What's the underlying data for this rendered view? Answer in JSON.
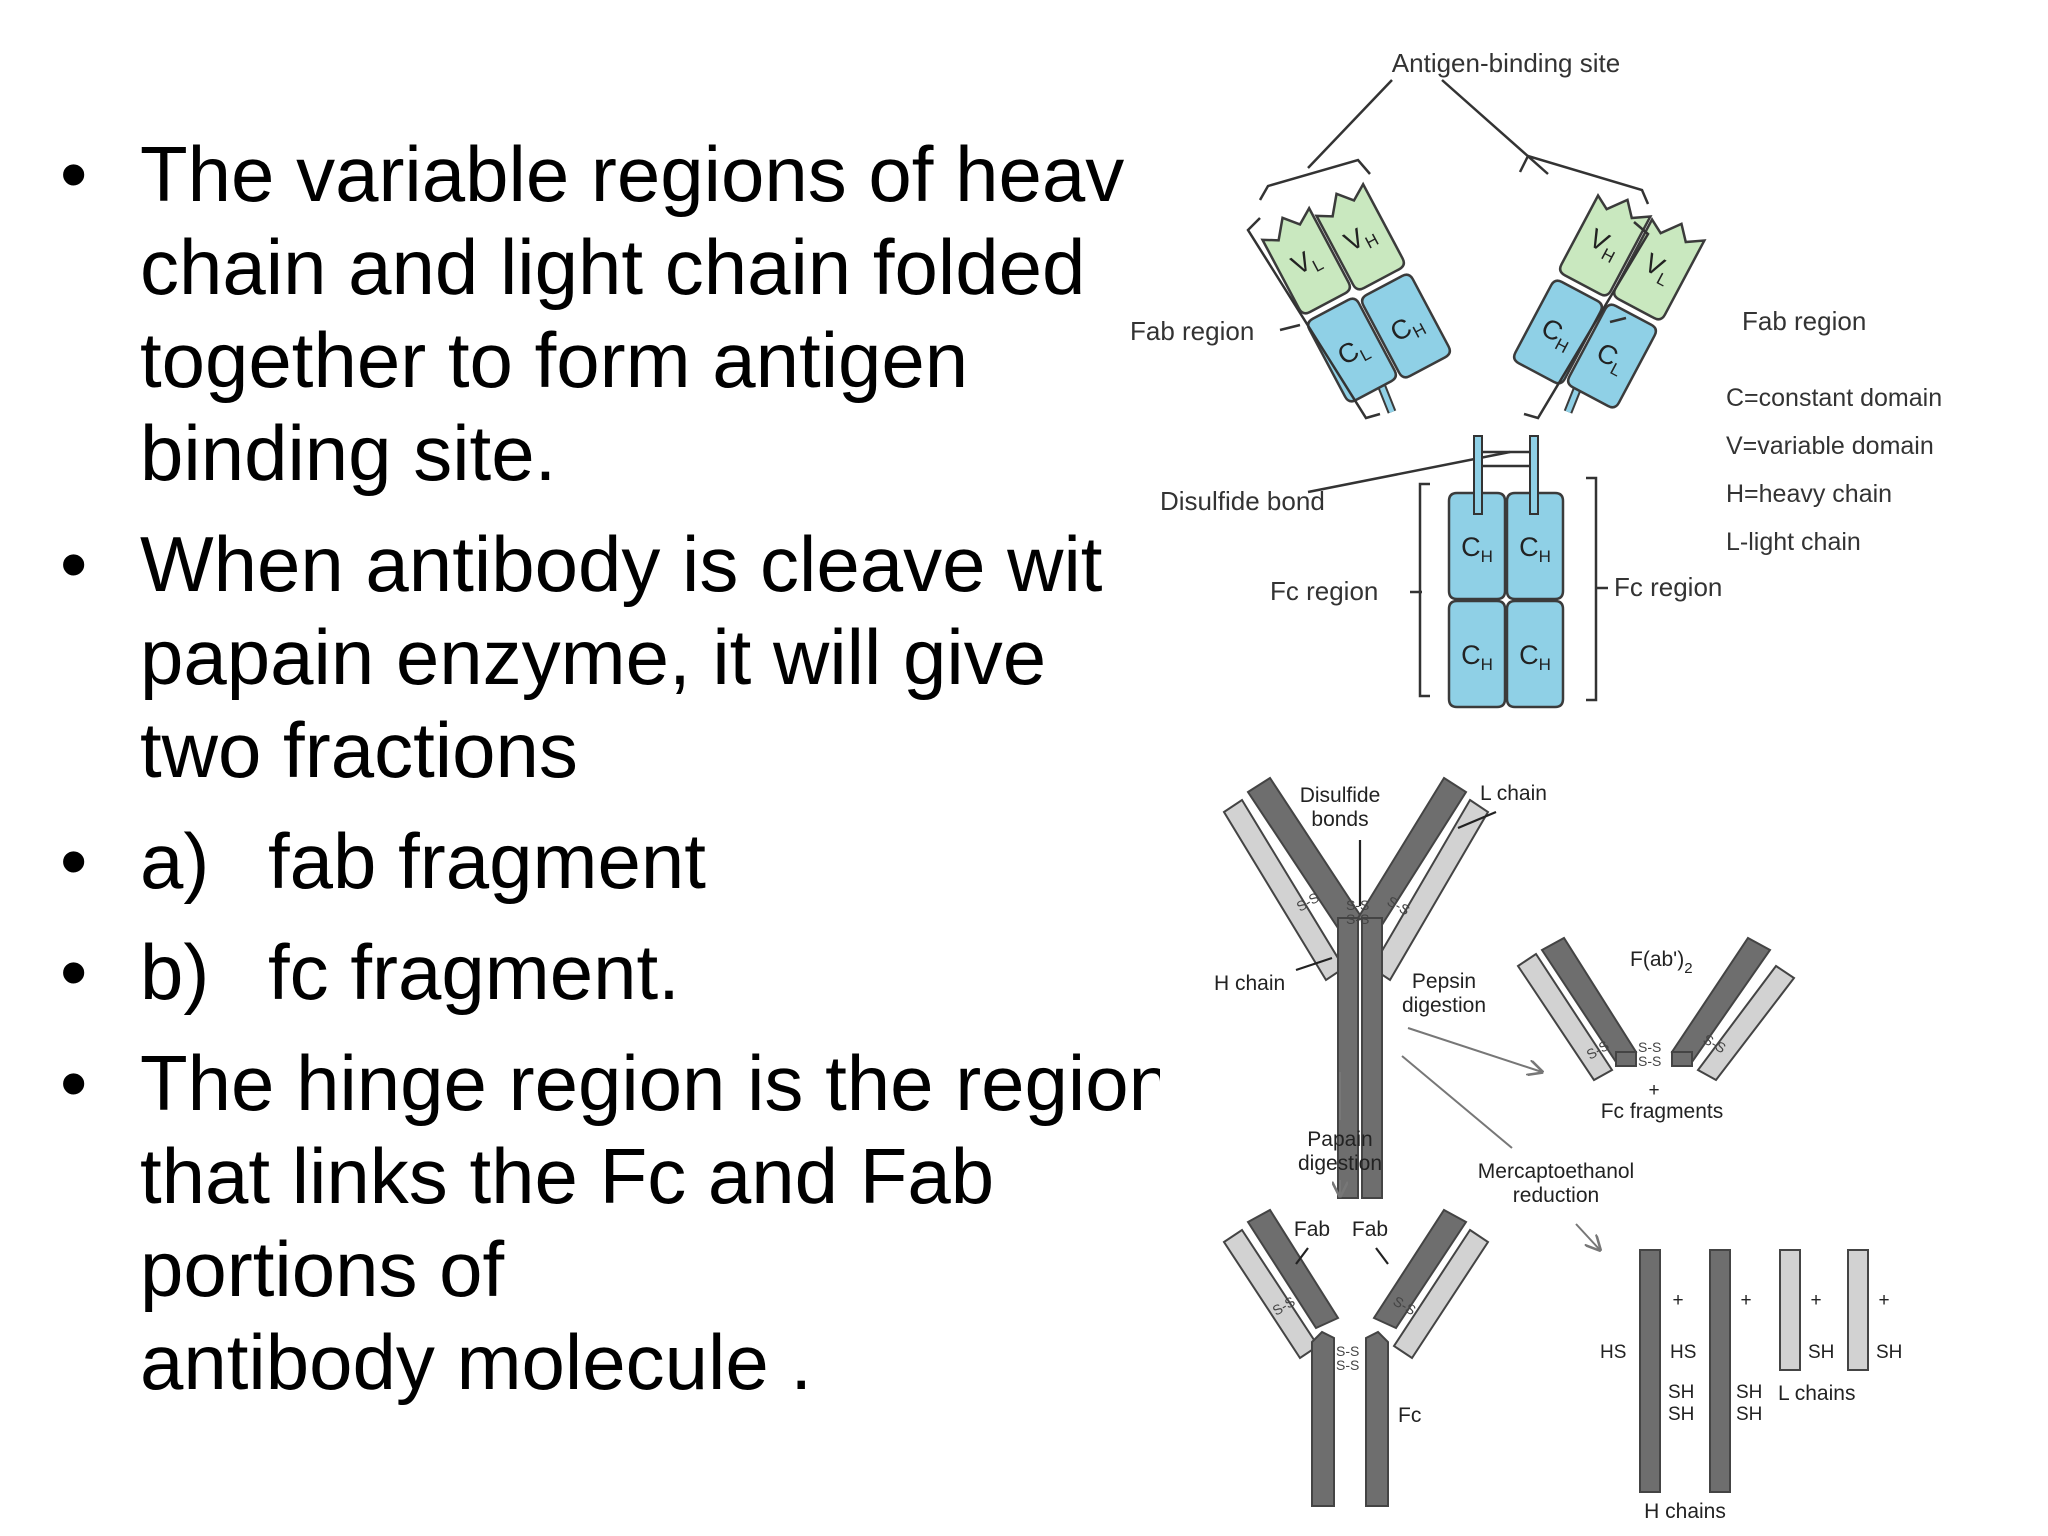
{
  "colors": {
    "variable_fill": "#c9e8bf",
    "constant_fill": "#8fd0e6",
    "outline": "#3b3b3b",
    "heavy_chain": "#6e6e6e",
    "light_chain": "#d2d2d2"
  },
  "bullets": [
    {
      "bullet": "•",
      "lines": [
        "The variable regions of heav",
        "chain and light chain folded",
        "together to form antigen",
        "binding site."
      ]
    },
    {
      "bullet": "•",
      "lines": [
        "When antibody is cleave wit",
        "papain enzyme, it will give",
        "two fractions"
      ]
    },
    {
      "bullet": "•",
      "prefix": "a)",
      "lines": [
        "fab fragment"
      ]
    },
    {
      "bullet": "•",
      "prefix": "b)",
      "lines": [
        "fc fragment."
      ]
    },
    {
      "bullet": "•",
      "lines": [
        "The hinge region is the region",
        "that links the Fc and Fab",
        "portions of",
        "antibody molecule ."
      ]
    }
  ],
  "figure_top": {
    "antigen_binding_site": "Antigen-binding site",
    "fab_region_left": "Fab region",
    "fab_region_right": "Fab region",
    "disulfide_bond": "Disulfide bond",
    "fc_region_left": "Fc region",
    "fc_region_right": "Fc region",
    "domains": {
      "v": "V",
      "c": "C",
      "h": "H",
      "l": "L"
    },
    "legend": [
      "C=constant domain",
      "V=variable domain",
      "H=heavy chain",
      "L-light chain"
    ]
  },
  "figure_bottom": {
    "disulfide_bonds": [
      "Disulfide",
      "bonds"
    ],
    "l_chain": "L chain",
    "h_chain": "H chain",
    "pepsin_digestion": [
      "Pepsin",
      "digestion"
    ],
    "fab2": "F(ab')",
    "fab2_sub": "2",
    "plus": "+",
    "fc_fragments": "Fc  fragments",
    "papain_digestion": [
      "Papain",
      "digestion"
    ],
    "mercaptoethanol_reduction": [
      "Mercaptoethanol",
      "reduction"
    ],
    "fab": "Fab",
    "fc": "Fc",
    "hs": "HS",
    "sh": "SH",
    "ss": "S-S",
    "l_chains": "L chains",
    "h_chains": "H chains"
  }
}
